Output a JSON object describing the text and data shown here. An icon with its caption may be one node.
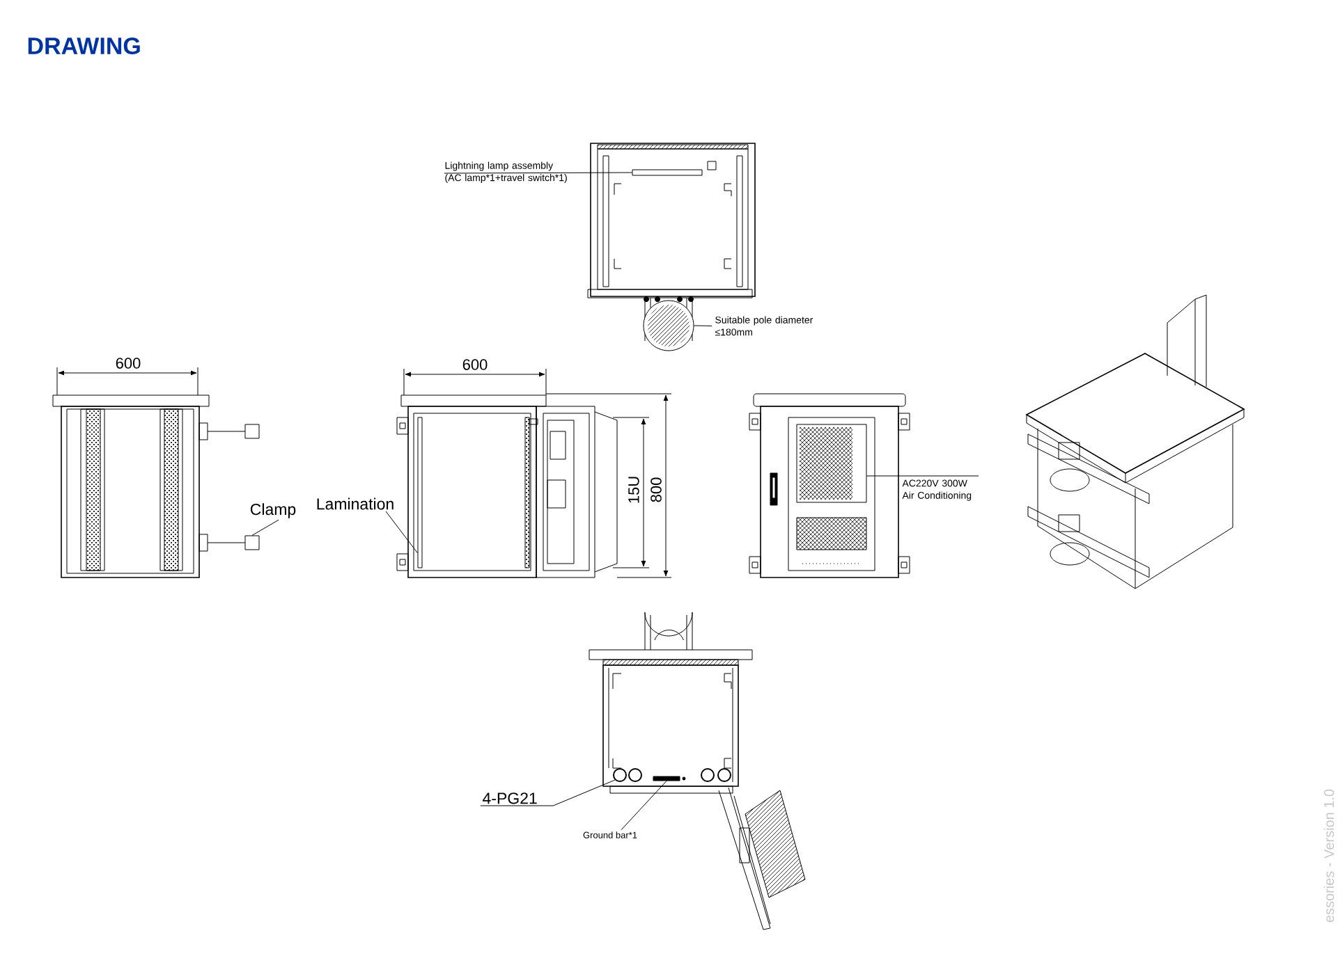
{
  "diagram": {
    "title": "DRAWING",
    "nodes": [
      {
        "text": [
          "Lightning lamp assembly (AC lamp*1+travel switch*1)"
        ]
      },
      {
        "text": [
          "Suitable pole diameter ≤180mm"
        ]
      },
      {
        "text": [
          "Clamp"
        ]
      },
      {
        "text": [
          "Lamination"
        ]
      },
      {
        "text": [
          "AC220V 300W Air Conditioning"
        ]
      },
      {
        "text": [
          "4-PG21"
        ]
      },
      {
        "text": [
          "Ground bar*1"
        ]
      },
      {
        "text": [],
        "shape": "bar"
      },
      {
        "text": [],
        "shape": "circle"
      },
      {
        "text": [],
        "shape": "box"
      },
      {
        "text": [],
        "shape": "bar"
      },
      {
        "text": [],
        "shape": "box"
      },
      {
        "text": [],
        "shape": "circle"
      },
      {
        "text": [],
        "shape": "bar"
      }
    ],
    "edges": [
      {
        "from": 0,
        "to": 7,
        "arrow": "none"
      },
      {
        "from": 1,
        "to": 8,
        "arrow": "none"
      },
      {
        "from": 2,
        "to": 9,
        "arrow": "none"
      },
      {
        "from": 3,
        "to": 10,
        "arrow": "none"
      },
      {
        "from": 4,
        "to": 11,
        "arrow": "none"
      },
      {
        "from": 5,
        "to": 12,
        "arrow": "none"
      },
      {
        "from": 6,
        "to": 13,
        "arrow": "none"
      }
    ],
    "labels": [
      "600",
      "600",
      "15U",
      "800",
      "essories - Version 1.0"
    ]
  }
}
